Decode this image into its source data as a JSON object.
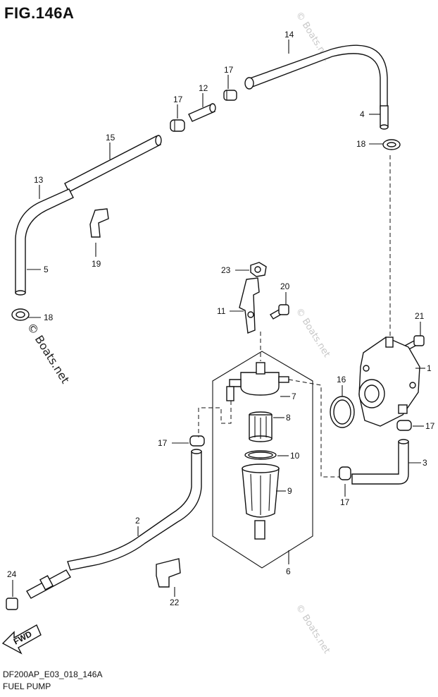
{
  "figure": {
    "title": "FIG.146A",
    "code": "DF200AP_E03_018_146A",
    "name": "FUEL PUMP"
  },
  "watermark": "© Boats.net",
  "fwd_label": "FWD",
  "callouts": [
    {
      "id": "c14",
      "text": "14"
    },
    {
      "id": "c17a",
      "text": "17"
    },
    {
      "id": "c12",
      "text": "12"
    },
    {
      "id": "c17b",
      "text": "17"
    },
    {
      "id": "c4",
      "text": "4"
    },
    {
      "id": "c18a",
      "text": "18"
    },
    {
      "id": "c15",
      "text": "15"
    },
    {
      "id": "c13",
      "text": "13"
    },
    {
      "id": "c19",
      "text": "19"
    },
    {
      "id": "c5",
      "text": "5"
    },
    {
      "id": "c18b",
      "text": "18"
    },
    {
      "id": "c23",
      "text": "23"
    },
    {
      "id": "c20",
      "text": "20"
    },
    {
      "id": "c11",
      "text": "11"
    },
    {
      "id": "c21",
      "text": "21"
    },
    {
      "id": "c1",
      "text": "1"
    },
    {
      "id": "c16",
      "text": "16"
    },
    {
      "id": "c7",
      "text": "7"
    },
    {
      "id": "c8",
      "text": "8"
    },
    {
      "id": "c17c",
      "text": "17"
    },
    {
      "id": "c17d",
      "text": "17"
    },
    {
      "id": "c10",
      "text": "10"
    },
    {
      "id": "c3",
      "text": "3"
    },
    {
      "id": "c9",
      "text": "9"
    },
    {
      "id": "c17e",
      "text": "17"
    },
    {
      "id": "c2",
      "text": "2"
    },
    {
      "id": "c6",
      "text": "6"
    },
    {
      "id": "c24",
      "text": "24"
    },
    {
      "id": "c22",
      "text": "22"
    }
  ]
}
